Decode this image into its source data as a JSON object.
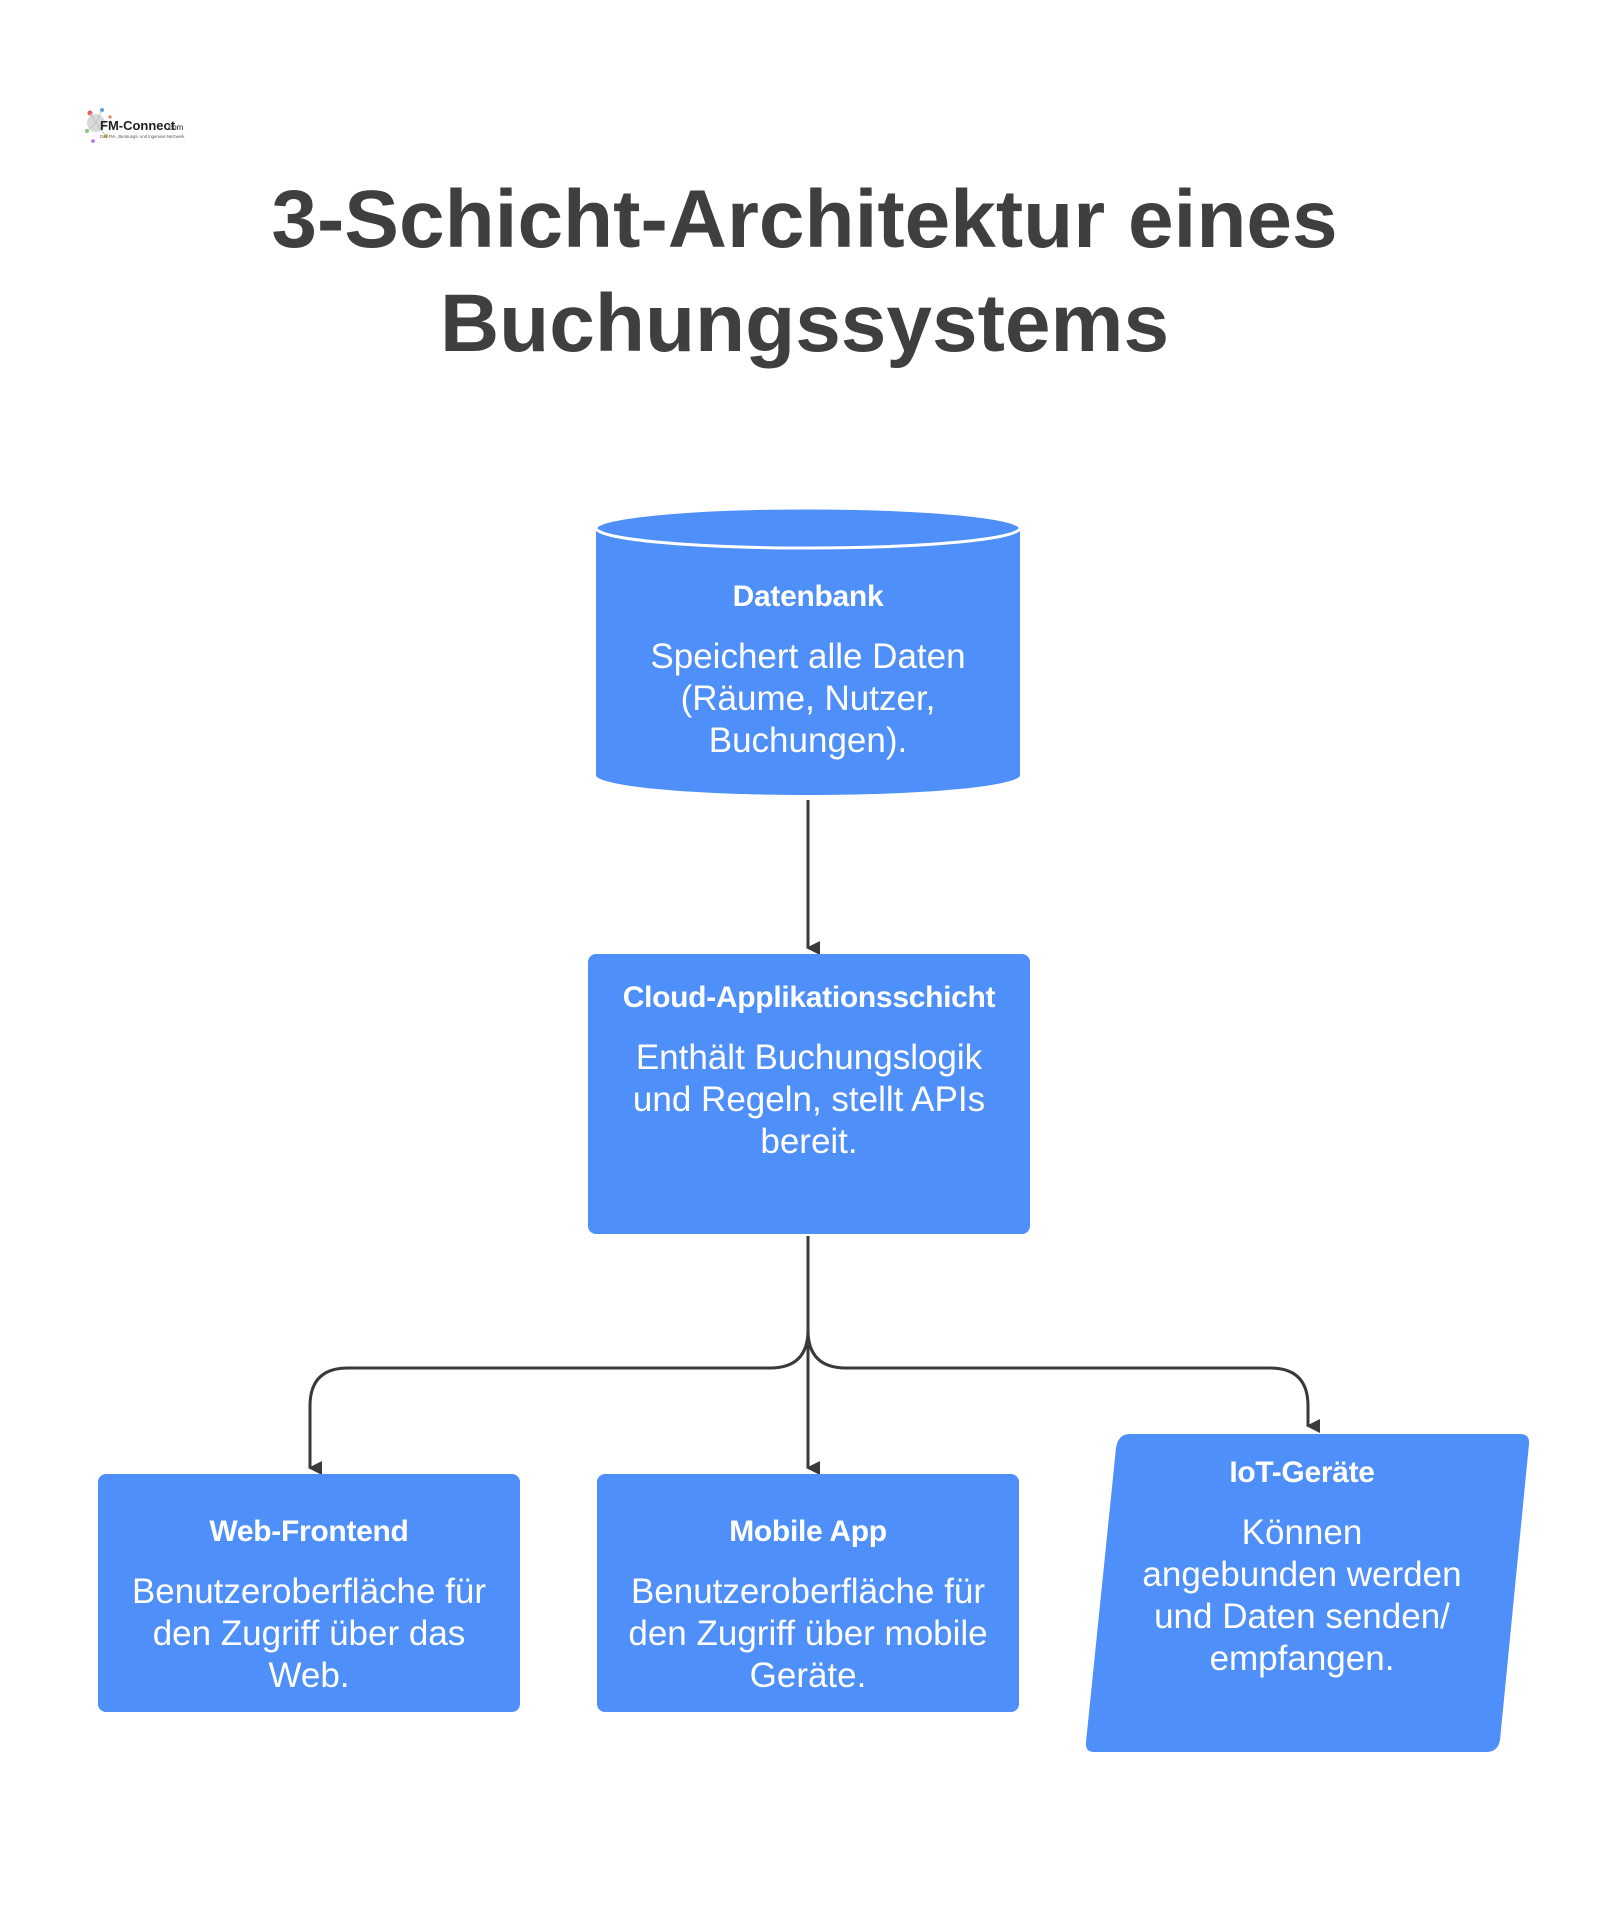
{
  "logo": {
    "brand": "FM-Connect.com",
    "tagline": "Das FM-, Beratungs- und Ingenieur-Netzwerk"
  },
  "title": {
    "line1": "3-Schicht-Architektur eines",
    "line2": "Buchungssystems"
  },
  "nodes": {
    "database": {
      "label": "Datenbank",
      "desc": "Speichert alle Daten (Räume, Nutzer, Buchungen)."
    },
    "cloud": {
      "label": "Cloud-Applikationsschicht",
      "desc": "Enthält Buchungslogik und Regeln, stellt APIs bereit."
    },
    "web": {
      "label": "Web-Frontend",
      "desc": "Benutzeroberfläche für den Zugriff über das Web."
    },
    "mobile": {
      "label": "Mobile App",
      "desc": "Benutzeroberfläche für den Zugriff über mobile Geräte."
    },
    "iot": {
      "label": "IoT-Geräte",
      "desc": "Können angebunden werden und Daten senden/ empfangen."
    }
  },
  "edges": [
    {
      "from": "database",
      "to": "cloud"
    },
    {
      "from": "cloud",
      "to": "web"
    },
    {
      "from": "cloud",
      "to": "mobile"
    },
    {
      "from": "cloud",
      "to": "iot"
    }
  ],
  "colors": {
    "node_fill": "#4f8ff9",
    "node_text": "#ffffff",
    "title": "#3f3f3f",
    "connector": "#3a3a3a"
  }
}
